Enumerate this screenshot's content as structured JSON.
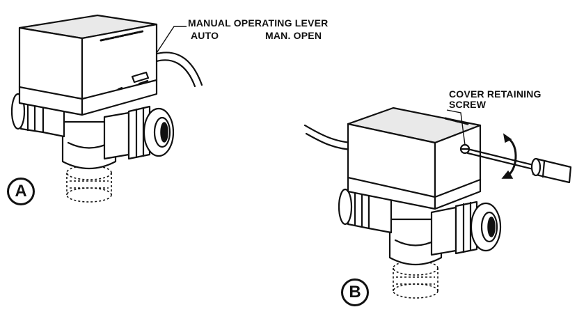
{
  "labels": {
    "manual_lever": "MANUAL OPERATING LEVER",
    "auto": "AUTO",
    "man_open": "MAN. OPEN",
    "cover_screw_line1": "COVER RETAINING",
    "cover_screw_line2": "SCREW"
  },
  "figure_markers": {
    "a": "A",
    "b": "B"
  },
  "icons": {
    "rotation": "curved-arrow-icon",
    "tool": "screwdriver-icon"
  }
}
